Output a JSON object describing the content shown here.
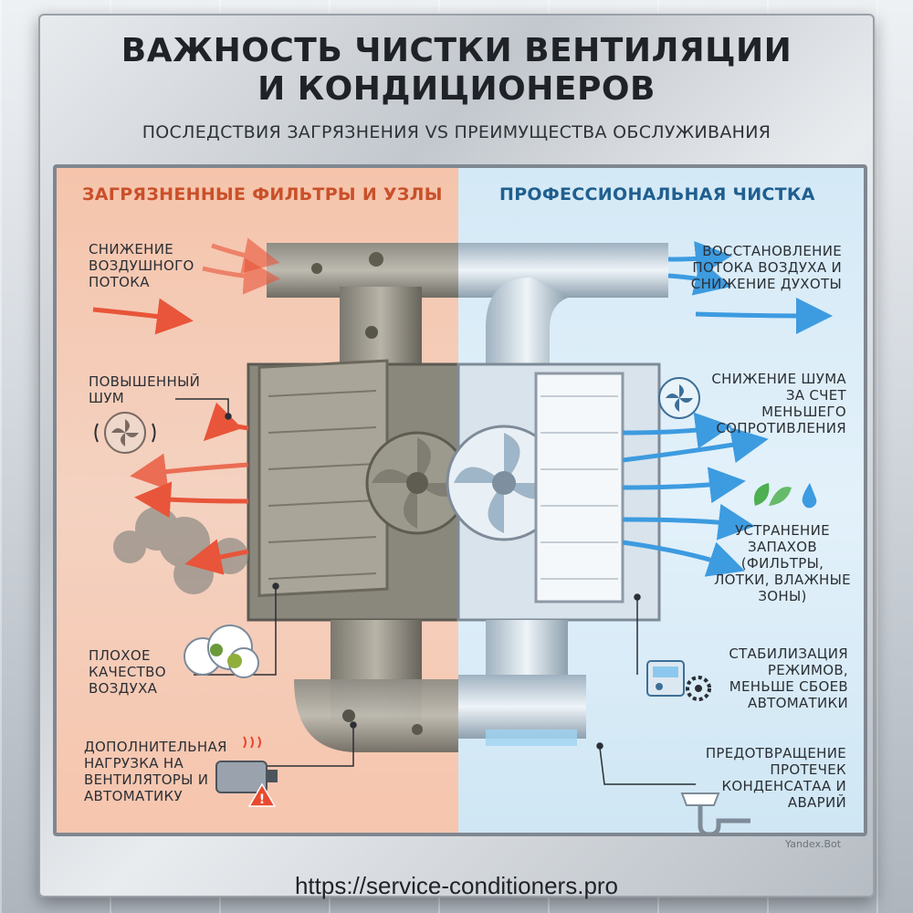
{
  "title_line1": "ВАЖНОСТЬ ЧИСТКИ ВЕНТИЛЯЦИИ",
  "title_line2": "И КОНДИЦИОНЕРОВ",
  "subtitle": "ПОСЛЕДСТВИЯ ЗАГРЯЗНЕНИЯ VS ПРЕИМУЩЕСТВА ОБСЛУЖИВАНИЯ",
  "left": {
    "header": "ЗАГРЯЗНЕННЫЕ ФИЛЬТРЫ И УЗЛЫ",
    "airflow": "СНИЖЕНИЕ ВОЗДУШНОГО ПОТОКА",
    "noise": "ПОВЫШЕННЫЙ ШУМ",
    "air_quality": "ПЛОХОЕ КАЧЕСТВО ВОЗДУХА",
    "load": "ДОПОЛНИТЕЛЬНАЯ НАГРУЗКА НА ВЕНТИЛЯТОРЫ И АВТОМАТИКУ"
  },
  "right": {
    "header": "ПРОФЕССИОНАЛЬНАЯ ЧИСТКА",
    "airflow": "ВОССТАНОВЛЕНИЕ ПОТОКА ВОЗДУХА И СНИЖЕНИЕ ДУХОТЫ",
    "noise": "СНИЖЕНИЕ ШУМА ЗА СЧЕТ МЕНЬШЕГО СОПРОТИВЛЕНИЯ",
    "odor": "УСТРАНЕНИЕ ЗАПАХОВ",
    "odor_note": "(ФИЛЬТРЫ, ЛОТКИ, ВЛАЖНЫЕ ЗОНЫ)",
    "stability": "СТАБИЛИЗАЦИЯ РЕЖИМОВ, МЕНЬШЕ СБОЕВ АВТОМАТИКИ",
    "leak": "ПРЕДОТВРАЩЕНИЕ ПРОТЕЧЕК КОНДЕНСАТАА И АВАРИЙ"
  },
  "watermark": "Yandex.Bot",
  "url": "https://service-conditioners.pro",
  "colors": {
    "dirty_header": "#c9502a",
    "clean_header": "#1f5f8f",
    "dirty_arrow": "#e8553a",
    "clean_arrow": "#3d9be0"
  },
  "icons": [
    "fan-icon",
    "virus-cloud-icon",
    "motor-warning-icon",
    "leaf-drop-icon",
    "control-panel-gear-icon",
    "drain-trap-icon"
  ]
}
